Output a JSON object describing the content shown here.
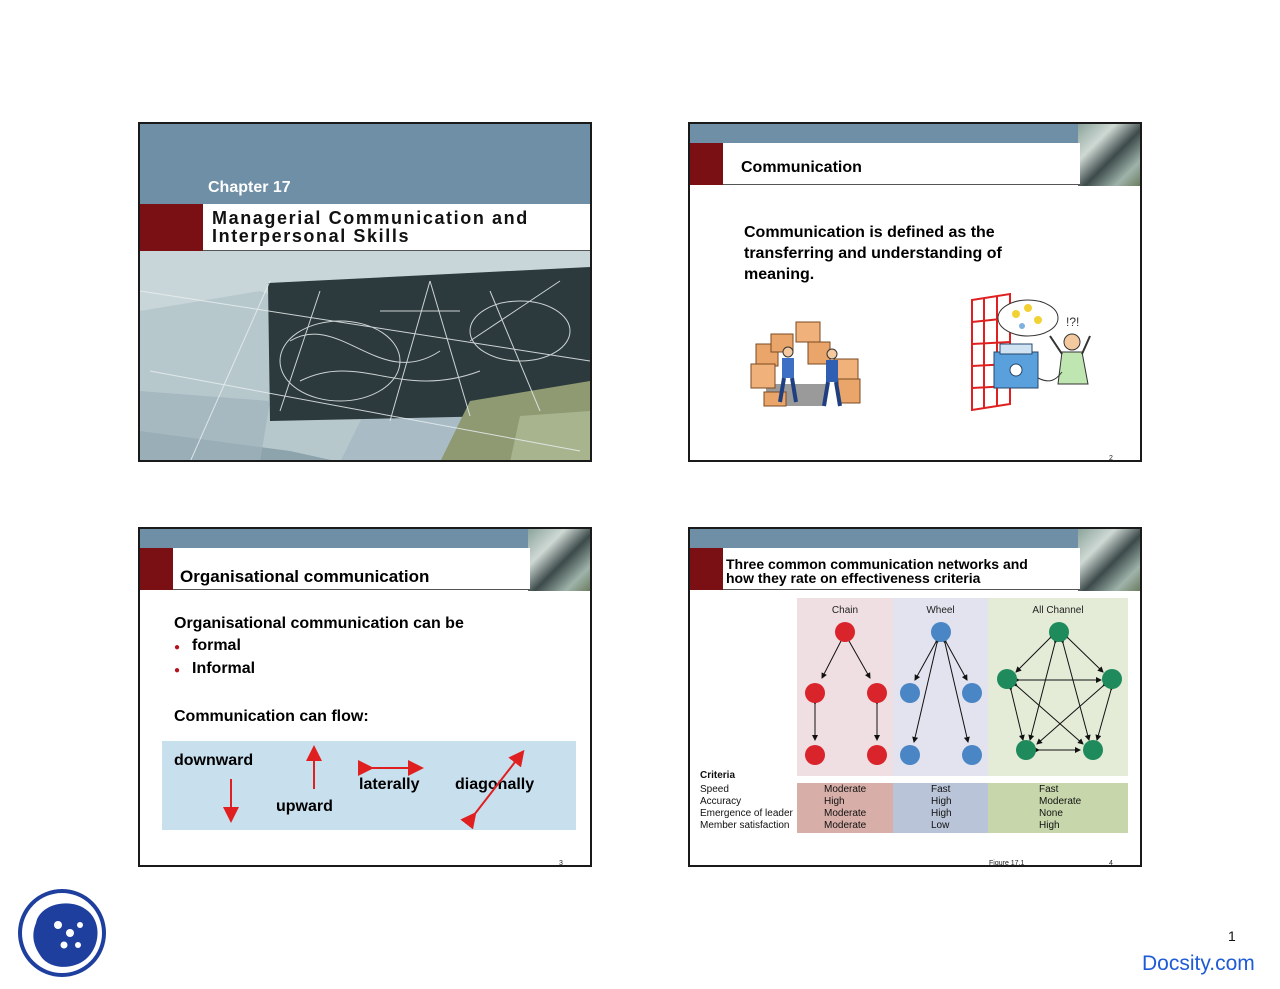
{
  "slides": [
    {
      "chapter": "Chapter 17",
      "title_line1": "Managerial Communication and",
      "title_line2": "Interpersonal Skills"
    },
    {
      "title": "Communication",
      "body_line1": "Communication is defined as the",
      "body_line2": "transferring and understanding of",
      "body_line3": "meaning.",
      "number": "2"
    },
    {
      "title": "Organisational communication",
      "intro": "Organisational communication can be",
      "bullets": [
        "formal",
        "Informal"
      ],
      "flow_heading": "Communication can flow:",
      "flows": {
        "downward": "downward",
        "upward": "upward",
        "laterally": "laterally",
        "diagonally": "diagonally"
      },
      "number": "3"
    },
    {
      "title_line1": "Three common communication networks and",
      "title_line2": "how they rate on effectiveness criteria",
      "networks": [
        "Chain",
        "Wheel",
        "All Channel"
      ],
      "criteria_heading": "Criteria",
      "criteria": [
        "Speed",
        "Accuracy",
        "Emergence of leader",
        "Member satisfaction"
      ],
      "ratings": {
        "chain": [
          "Moderate",
          "High",
          "Moderate",
          "Moderate"
        ],
        "wheel": [
          "Fast",
          "High",
          "High",
          "Low"
        ],
        "all_channel": [
          "Fast",
          "Moderate",
          "None",
          "High"
        ]
      },
      "figure_label": "Figure 17.1",
      "number": "4"
    }
  ],
  "page_number": "1",
  "brand": "Docsity.com",
  "colors": {
    "slate_bar": "#6e8fa6",
    "maroon": "#7a0f14",
    "arrow_red": "#e02020",
    "flow_panel": "#c8dfee",
    "chain_node": "#d9242b",
    "wheel_node": "#4a86c5",
    "all_channel_node": "#1f8a5b",
    "brand_blue": "#1f5bd6"
  }
}
